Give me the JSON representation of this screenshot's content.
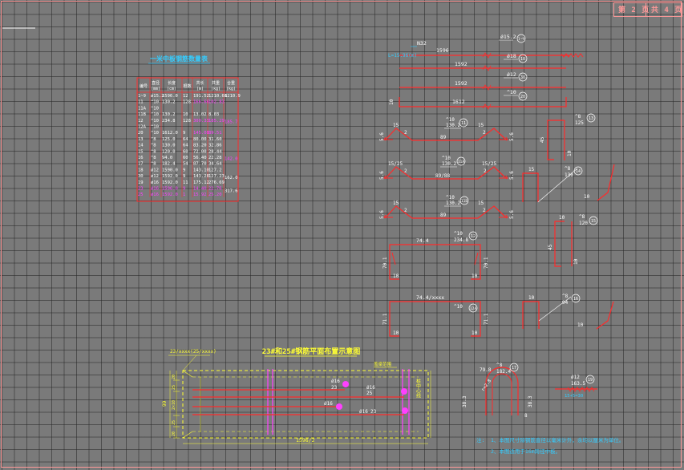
{
  "page": {
    "current_label": "第 2 页",
    "total_label": "共 4 页"
  },
  "table": {
    "title": "一米中板钢筋数量表",
    "headers": [
      [
        "编号"
      ],
      [
        "直径",
        "(mm)"
      ],
      [
        "长度",
        "(cm)"
      ],
      [
        "根数"
      ],
      [
        "共长",
        "(m)"
      ],
      [
        "共重",
        "(kg)"
      ],
      [
        "合重",
        "(kg)"
      ]
    ],
    "rows": [
      [
        "1~9",
        "ǿ15.2",
        "1596.0",
        "12",
        "191.52",
        "1210.68",
        "1210.9"
      ],
      [
        "11",
        "^10",
        "130.2",
        "128",
        "166.66",
        "102.83",
        ""
      ],
      [
        "11A",
        "^10",
        "",
        "",
        "",
        "",
        ""
      ],
      [
        "11B",
        "^10",
        "130.2",
        "10",
        "13.02",
        "8.03",
        ""
      ],
      [
        "12",
        "^10",
        "234.8",
        "128",
        "300.33",
        "185.29",
        ""
      ],
      [
        "12A",
        "^10",
        "",
        "",
        "",
        "",
        ""
      ],
      [
        "20",
        "^10",
        "1612.0",
        "9",
        "145.08",
        "89.51",
        ""
      ],
      [
        "13",
        "^8",
        "125.0",
        "64",
        "80.00",
        "31.60",
        ""
      ],
      [
        "14",
        "^8",
        "130.0",
        "64",
        "83.20",
        "32.86",
        ""
      ],
      [
        "15",
        "^8",
        "120.0",
        "60",
        "72.00",
        "28.44",
        ""
      ],
      [
        "16",
        "^8",
        "94.0",
        "60",
        "56.40",
        "22.28",
        ""
      ],
      [
        "17",
        "^8",
        "182.4",
        "54",
        "87.70",
        "34.64",
        ""
      ],
      [
        "18",
        "ǿ12",
        "1590.0",
        "9",
        "143.10",
        "127.2",
        ""
      ],
      [
        "30",
        "ǿ12",
        "1592.0",
        "9",
        "143.28",
        "127.23",
        ""
      ],
      [
        "19",
        "ǿ16",
        "1592.0",
        "11",
        "175.12",
        "276.69",
        ""
      ],
      [
        "23",
        "ǿ16",
        "1596.0",
        "9",
        "14.40",
        "22.76",
        ""
      ],
      [
        "25",
        "ǿ16",
        "1592.0",
        "1",
        "15.92",
        "25.20",
        ""
      ]
    ],
    "side_totals": [
      "185.7",
      "142.0",
      "162.0",
      "317.6"
    ]
  },
  "rebar": {
    "n32_label": "N32",
    "n32_len": "1596",
    "n32_side": "L=15.96(m)",
    "r1_spec": "ǿ15.2",
    "r1_num": "1~9",
    "r2_len": "1592",
    "r2_spec": "ǿ18",
    "r2_num": "18",
    "r3_len": "1592",
    "r3_spec": "ǿ12",
    "r3_num": "30",
    "r4_len": "1612",
    "r4_spec": "^10",
    "r4_num": "20",
    "r4_side": "10",
    "s11_spec": "^10",
    "s11_len": "130.2",
    "s11_num": "11",
    "s11_bot": "89",
    "s11_left": "5.6",
    "s11_right": "5.6",
    "s11_a": "15",
    "s11_b": "2",
    "s11_c": "15",
    "s11_d": "2",
    "s11a_spec": "^10",
    "s11a_len": "130.2",
    "s11a_num": "11A",
    "s11a_bot": "89/88",
    "s11a_left": "5.6",
    "s11a_right": "5.6",
    "s11a_a": "15/25",
    "s11a_b": "2",
    "s11a_c": "15/25",
    "s11a_d": "2",
    "s11b_spec": "^10",
    "s11b_len": "130.2",
    "s11b_num": "11B",
    "s11b_bot": "89",
    "s11b_left": "5.6",
    "s11b_right": "5.6",
    "s11b_a": "15",
    "s11b_b": "2",
    "s11b_c": "15",
    "s11b_d": "2",
    "s12_top": "74.4",
    "s12_spec": "^10",
    "s12_len": "234.8",
    "s12_num": "12",
    "s12_left": "70.1",
    "s12_right": "70.1",
    "s12_bl": "10",
    "s12_br": "10",
    "s12a_top": "74.4/xxxx",
    "s12a_spec": "^10",
    "s12a_num": "12A",
    "s12a_left": "71.1",
    "s12a_right": "71.1",
    "s12a_bl": "10",
    "s12a_br": "10",
    "s13_spec": "^8",
    "s13_len": "125",
    "s13_num": "13",
    "s13_h": "45",
    "s13_b": "10",
    "s14_spec": "^8",
    "s14_len": "130",
    "s14_num": "14",
    "s14_top": "15",
    "s14_tip": "10",
    "s15_spec": "^8",
    "s15_len": "120",
    "s15_num": "15",
    "s15_h": "45",
    "s15_top": "10",
    "s15_b": "10",
    "s16_spec": "^8",
    "s16_len": "94",
    "s16_num": "16",
    "s16_top": "10",
    "s16_tip": "10",
    "s17_top": "79.8",
    "s17_spec": "^8",
    "s17_len": "182.4",
    "s17_num": "17",
    "s17_inner": "r=2.8",
    "s17_left": "38.3",
    "s17_right": "38.3",
    "s17_b": "8",
    "s19_spec": "ǿ12",
    "s19_len": "163.5",
    "s19_num": "19",
    "s19_bot": "15+5=30",
    "plan_title": "23#和25#钢筋平面布置示意图",
    "plan_top": "23/xxxx(25/xxxx)",
    "plan_right_ann": "盖梁范围",
    "plan_side_text": "桩中心线",
    "plan_bottom": "1596/2",
    "plan_r1": "ǿ16",
    "plan_r1n": "23",
    "plan_r2": "ǿ16",
    "plan_r2n": "25",
    "plan_r3": "ǿ16",
    "plan_r4": "ǿ16",
    "plan_r4n": "23",
    "plan_dims_left": [
      "20",
      "25",
      "2×10",
      "25",
      "20"
    ],
    "plan_dim_outer": "99",
    "notes_label": "注:",
    "note1": "1、本图尺寸除钢筋直径以毫米计外，余均以厘米为单位。",
    "note2": "2、本图适用于16m跨径中板。"
  },
  "colors": {
    "line": "#ff2a2a",
    "dim": "#ffffff",
    "hl": "#ff40ff",
    "yellow": "#ffff33",
    "cyan": "#33ccff",
    "green": "#33ff66",
    "page": "#ff9999"
  }
}
